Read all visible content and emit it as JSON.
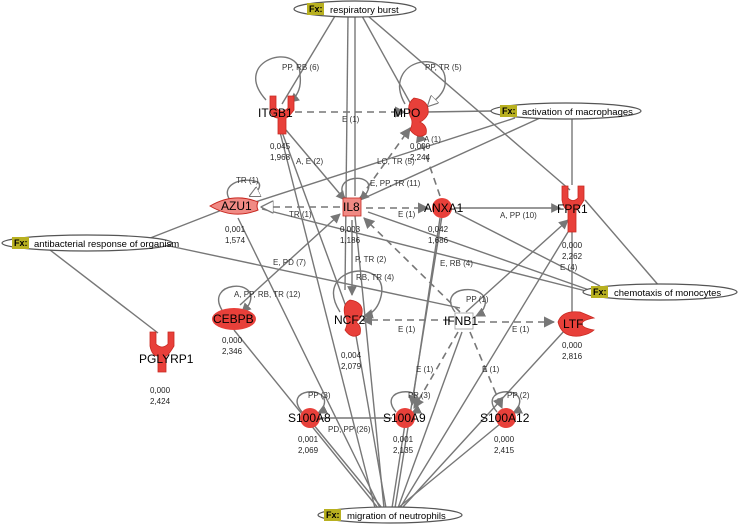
{
  "colors": {
    "node_fill": "#e8403a",
    "node_dark": "#c82820",
    "edge": "#777777",
    "fx_tag": "#b8b020"
  },
  "functions": {
    "respiratory_burst": "respiratory burst",
    "activation_of_macrophages": "activation of macrophages",
    "antibacterial_response": "antibacterial response of organism",
    "chemotaxis_of_monocytes": "chemotaxis of monocytes",
    "migration_of_neutrophils": "migration of neutrophils",
    "tag": "Fx:"
  },
  "nodes": {
    "itgb1": {
      "name": "ITGB1",
      "v1": "0,045",
      "v2": "1,968"
    },
    "mpo": {
      "name": "MPO",
      "v1": "0,000",
      "v2": "2,244"
    },
    "azu1": {
      "name": "AZU1",
      "v1": "0,001",
      "v2": "1,574"
    },
    "il8": {
      "name": "IL8",
      "v1": "0,003",
      "v2": "1,186"
    },
    "anxa1": {
      "name": "ANXA1",
      "v1": "0,042",
      "v2": "1,686"
    },
    "fpr1": {
      "name": "FPR1",
      "v1": "0,000",
      "v2": "2,262"
    },
    "cebpb": {
      "name": "CEBPB",
      "v1": "0,000",
      "v2": "2,346"
    },
    "ncf2": {
      "name": "NCF2",
      "v1": "0,004",
      "v2": "2,079"
    },
    "ifnb1": {
      "name": "IFNB1",
      "v1": "",
      "v2": ""
    },
    "ltf": {
      "name": "LTF",
      "v1": "0,000",
      "v2": "2,816"
    },
    "pglyrp1": {
      "name": "PGLYRP1",
      "v1": "0,000",
      "v2": "2,424"
    },
    "s100a8": {
      "name": "S100A8",
      "v1": "0,001",
      "v2": "2,069"
    },
    "s100a9": {
      "name": "S100A9",
      "v1": "0,001",
      "v2": "2,135"
    },
    "s100a12": {
      "name": "S100A12",
      "v1": "0,000",
      "v2": "2,415"
    }
  },
  "edge_labels": {
    "itgb1_self": "PP, RB (6)",
    "mpo_self": "PP, TR (5)",
    "itgb1_mpo": "E (1)",
    "il8_itgb1": "A, E (2)",
    "il8_mpo": "LO, TR (5)",
    "anxa1_mpo": "A (1)",
    "azu1_self": "TR (1)",
    "il8_self": "E, PP, TR (11)",
    "azu1_il8": "TR (1)",
    "il8_anxa1": "E (1)",
    "anxa1_fpr1": "A, PP (10)",
    "cebpb_il8": "E, PD (7)",
    "il8_ncf2": "P, TR (2)",
    "ncf2_self": "RB, TR (4)",
    "il8_ifnb1": "E, RB (4)",
    "fpr1_chemo": "E (4)",
    "cebpb_self": "A, PP, RB, TR (12)",
    "ifnb1_self": "PP (1)",
    "ifnb1_ncf2": "E (1)",
    "ifnb1_ltf": "E (1)",
    "ifnb1_s100a9": "E (1)",
    "ifnb1_s100a12": "E (1)",
    "s100a8_self": "PP (3)",
    "s100a9_self": "PP (3)",
    "s100a12_self": "PP (2)",
    "s100a8_s100a9": "PD, PP (26)"
  }
}
